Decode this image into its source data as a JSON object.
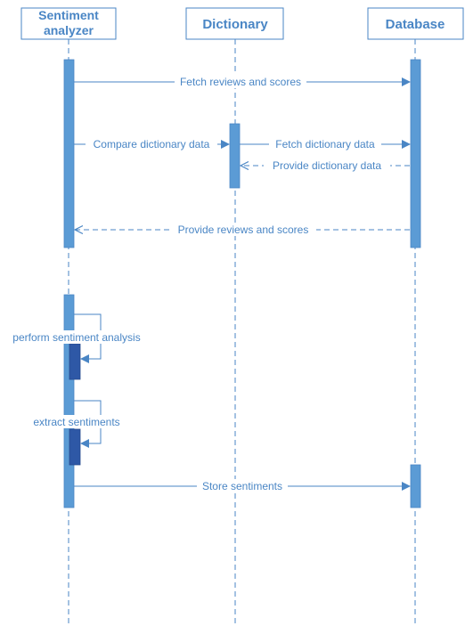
{
  "colors": {
    "line": "#4a86c5",
    "activation": "#5b9bd5",
    "activation_dark": "#2e58a6",
    "text": "#4a86c5"
  },
  "participants": [
    {
      "id": "analyzer",
      "label_line1": "Sentiment",
      "label_line2": "analyzer"
    },
    {
      "id": "dictionary",
      "label_line1": "Dictionary",
      "label_line2": ""
    },
    {
      "id": "database",
      "label_line1": "Database",
      "label_line2": ""
    }
  ],
  "messages": [
    {
      "from": "analyzer",
      "to": "database",
      "label": "Fetch reviews and scores",
      "kind": "sync"
    },
    {
      "from": "analyzer",
      "to": "dictionary",
      "label": "Compare dictionary data",
      "kind": "sync"
    },
    {
      "from": "dictionary",
      "to": "database",
      "label": "Fetch dictionary data",
      "kind": "sync"
    },
    {
      "from": "database",
      "to": "dictionary",
      "label": "Provide dictionary data",
      "kind": "return"
    },
    {
      "from": "database",
      "to": "analyzer",
      "label": "Provide reviews and scores",
      "kind": "return"
    },
    {
      "from": "analyzer",
      "to": "analyzer",
      "label": "perform sentiment analysis",
      "kind": "self"
    },
    {
      "from": "analyzer",
      "to": "analyzer",
      "label": "extract sentiments",
      "kind": "self"
    },
    {
      "from": "analyzer",
      "to": "database",
      "label": "Store sentiments",
      "kind": "sync"
    }
  ]
}
